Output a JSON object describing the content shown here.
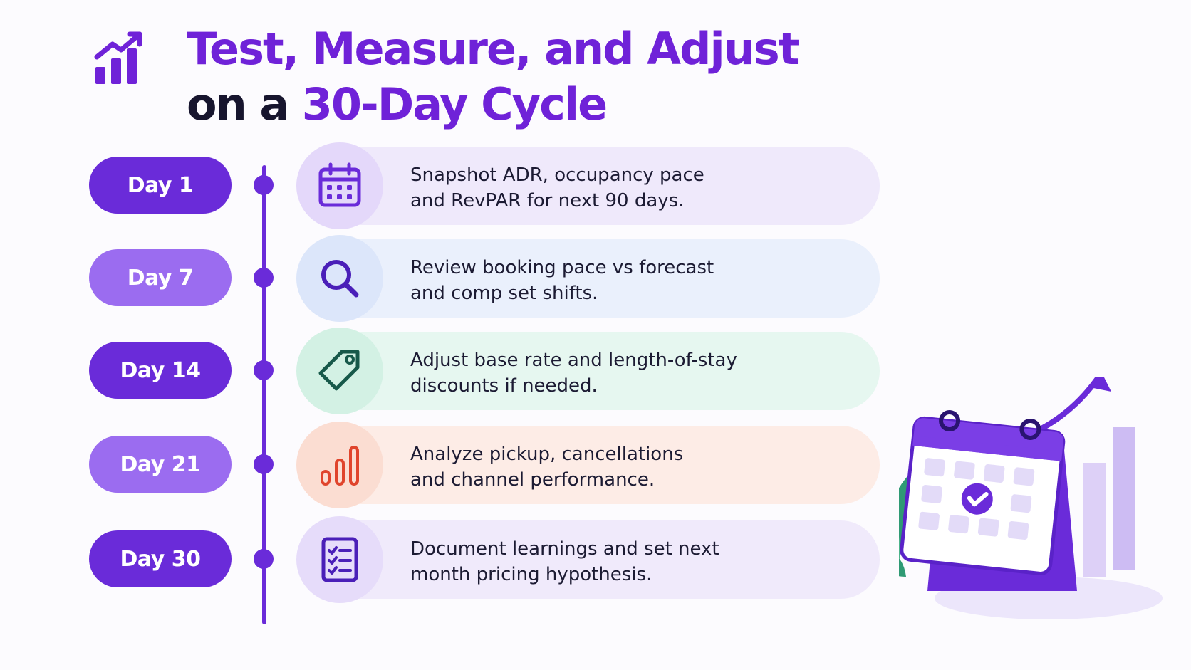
{
  "header": {
    "title_line1": "Test, Measure, and Adjust",
    "title_line2_dark": "on a ",
    "title_line2_accent": "30-Day Cycle",
    "icon": "growth-chart-icon"
  },
  "colors": {
    "accent": "#6f22d8",
    "title_dark": "#17152e",
    "timeline": "#6a2bd9",
    "pill_dark": "#6a2bd9",
    "pill_light": "#9b6cf0"
  },
  "steps": [
    {
      "day": "Day 1",
      "text_line1": "Snapshot ADR, occupancy pace",
      "text_line2": "and RevPAR for next 90 days.",
      "icon": "calendar-icon",
      "theme": "lavender"
    },
    {
      "day": "Day 7",
      "text_line1": "Review booking pace vs forecast",
      "text_line2": "and comp set shifts.",
      "icon": "search-icon",
      "theme": "blue"
    },
    {
      "day": "Day 14",
      "text_line1": "Adjust base rate and length-of-stay",
      "text_line2": "discounts if needed.",
      "icon": "price-tag-icon",
      "theme": "green"
    },
    {
      "day": "Day 21",
      "text_line1": "Analyze pickup, cancellations",
      "text_line2": "and channel performance.",
      "icon": "bar-chart-icon",
      "theme": "peach"
    },
    {
      "day": "Day 30",
      "text_line1": "Document learnings and set next",
      "text_line2": "month pricing hypothesis.",
      "icon": "checklist-icon",
      "theme": "lavender"
    }
  ],
  "illustration": {
    "icon": "calendar-check-illustration"
  }
}
